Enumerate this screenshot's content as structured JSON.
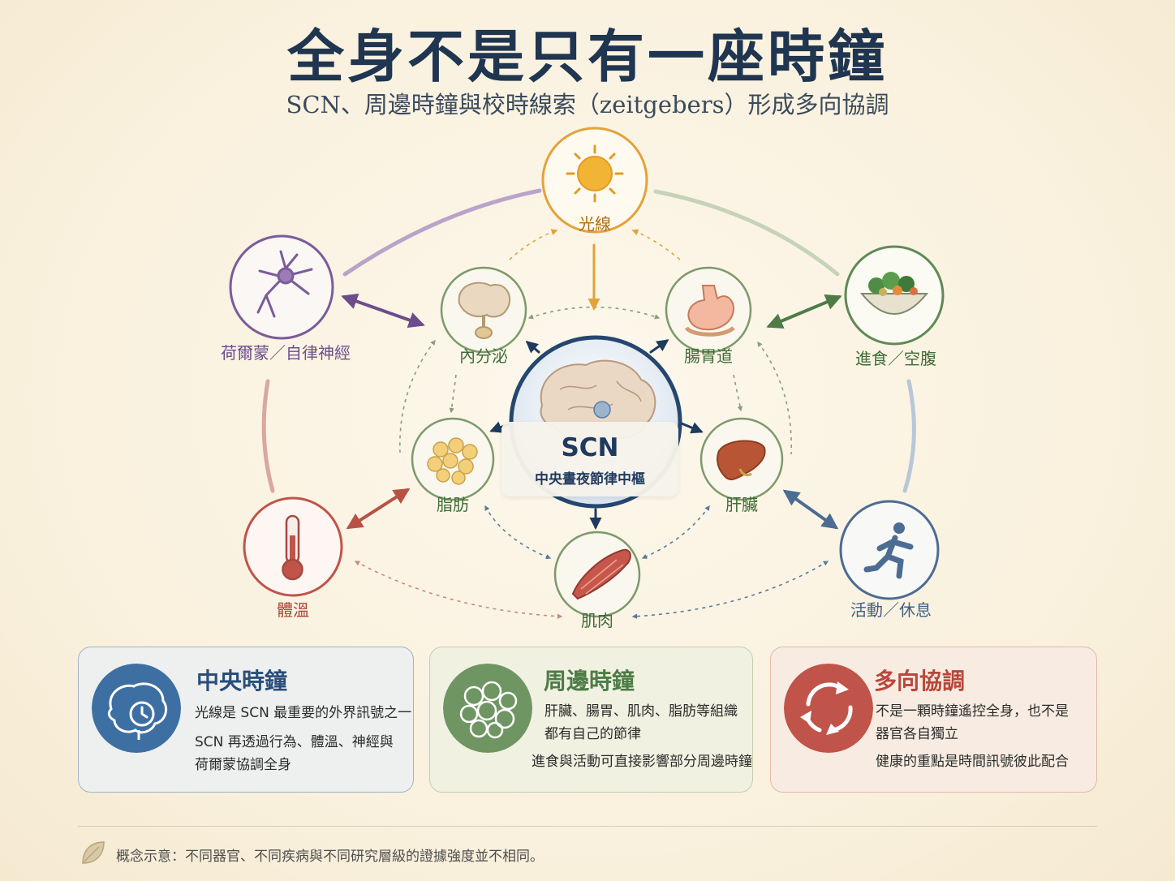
{
  "title": "全身不是只有一座時鐘",
  "subtitle": "SCN、周邊時鐘與校時線索（zeitgebers）形成多向協調",
  "center": {
    "title": "SCN",
    "subtitle": "中央晝夜節律中樞"
  },
  "nodes": {
    "light": "光線",
    "endocrine": "內分泌",
    "gut": "腸胃道",
    "fat": "脂肪",
    "liver": "肝臟",
    "muscle": "肌肉",
    "hormone": "荷爾蒙／自律神經",
    "feeding": "進食／空腹",
    "temperature": "體溫",
    "activity": "活動／休息"
  },
  "cards": [
    {
      "title": "中央時鐘",
      "lines": [
        "光線是 SCN 最重要的外界訊號之一",
        "SCN 再透過行為、體溫、神經與",
        "荷爾蒙協調全身"
      ],
      "color": "#3d6fa3"
    },
    {
      "title": "周邊時鐘",
      "lines": [
        "肝臟、腸胃、肌肉、脂肪等組織",
        "都有自己的節律",
        "進食與活動可直接影響部分周邊時鐘"
      ],
      "color": "#5e8a55"
    },
    {
      "title": "多向協調",
      "lines": [
        "不是一顆時鐘遙控全身，也不是",
        "器官各自獨立",
        "健康的重點是時間訊號彼此配合"
      ],
      "color": "#c0544a"
    }
  ],
  "footnote": "概念示意：不同器官、不同疾病與不同研究層級的證據強度並不相同。",
  "icons": [
    "sun-icon",
    "brain-icon",
    "neuron-icon",
    "salad-bowl-icon",
    "thermometer-icon",
    "runner-icon",
    "pituitary-icon",
    "stomach-icon",
    "fat-cells-icon",
    "liver-icon",
    "muscle-icon",
    "clock-brain-icon",
    "cycle-arrows-icon",
    "leaf-icon"
  ]
}
